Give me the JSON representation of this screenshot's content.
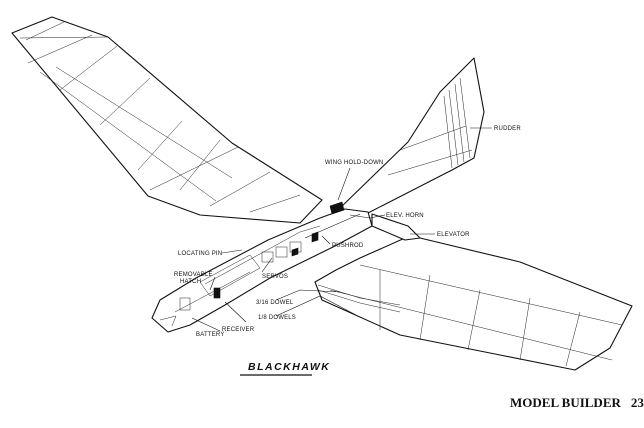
{
  "drawing": {
    "title": "BLACKHAWK",
    "labels": {
      "rudder": "RUDDER",
      "wing_hold_down": "WING HOLD-DOWN",
      "elev_horn": "ELEV. HORN",
      "elevator": "ELEVATOR",
      "pushrod": "PUSHROD",
      "locating_pin": "LOCATING PIN",
      "removable_hatch_1": "REMOVABLE",
      "removable_hatch_2": "HATCH",
      "servos": "SERVOS",
      "dowel_3_16": "3/16 DOWEL",
      "dowels_1_8": "1/8 DOWELS",
      "receiver": "RECEIVER",
      "battery": "BATTERY"
    }
  },
  "footer": {
    "magazine": "MODEL BUILDER",
    "page_number": "23"
  }
}
